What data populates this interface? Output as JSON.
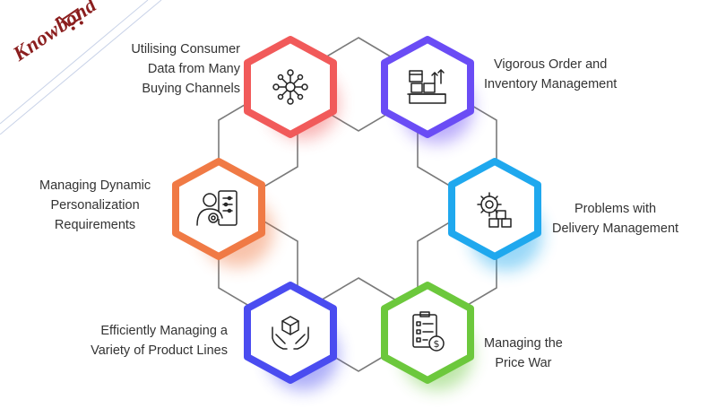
{
  "brand": {
    "name": "Knowbond",
    "accent": "#8b1e1e"
  },
  "items": [
    {
      "label_lines": [
        "Utilising Consumer",
        "Data from Many",
        "Buying Channels"
      ],
      "icon": "network-hub-icon",
      "color": "#f15a5a"
    },
    {
      "label_lines": [
        "Vigorous Order and",
        "Inventory Management"
      ],
      "icon": "inventory-boxes-icon",
      "color": "#6a4cf5"
    },
    {
      "label_lines": [
        "Problems with",
        "Delivery Management"
      ],
      "icon": "delivery-gear-box-icon",
      "color": "#1fa8ee"
    },
    {
      "label_lines": [
        "Managing the",
        "Price War"
      ],
      "icon": "price-checklist-icon",
      "color": "#6cc83c"
    },
    {
      "label_lines": [
        "Efficiently Managing a",
        "Variety of Product Lines"
      ],
      "icon": "product-hands-icon",
      "color": "#4a4cf0"
    },
    {
      "label_lines": [
        "Managing Dynamic",
        "Personalization",
        "Requirements"
      ],
      "icon": "personalization-user-icon",
      "color": "#f07a45"
    }
  ]
}
